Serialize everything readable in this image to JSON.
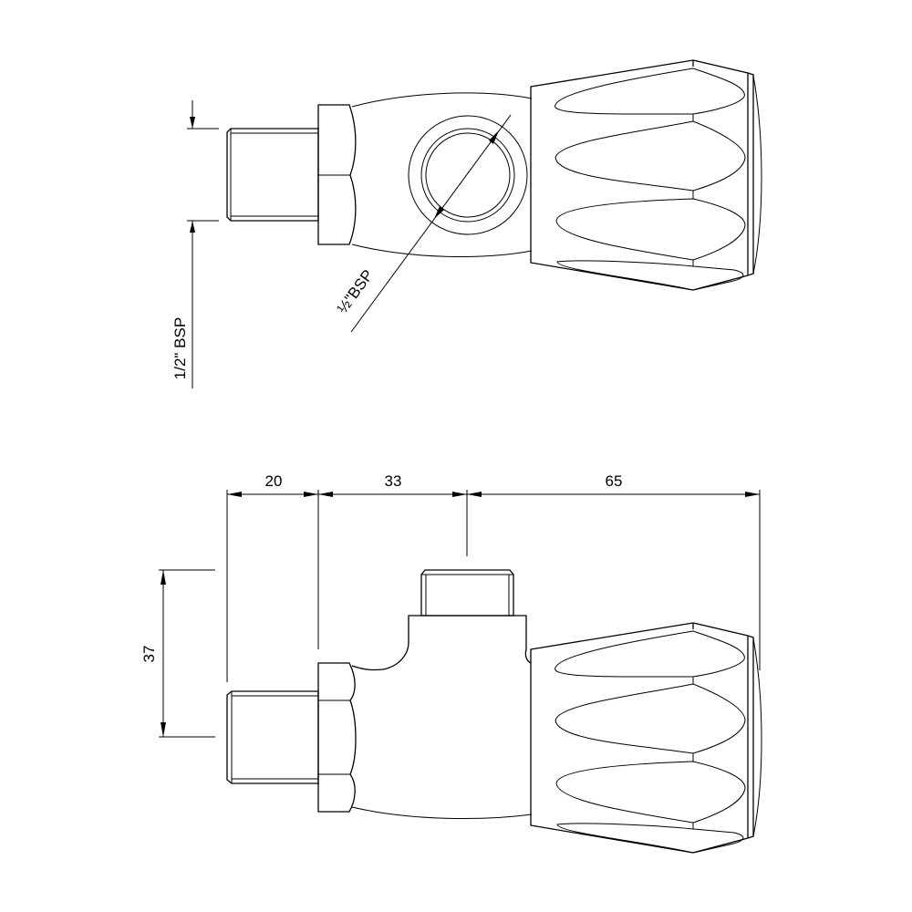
{
  "top_view": {
    "inlet_thread_label": "1/2\" BSP",
    "outlet_thread_label_fraction": "½",
    "outlet_thread_label_suffix": "\"BSP"
  },
  "side_view": {
    "dimensions": [
      "20",
      "33",
      "65"
    ],
    "height_dimension": "37"
  }
}
